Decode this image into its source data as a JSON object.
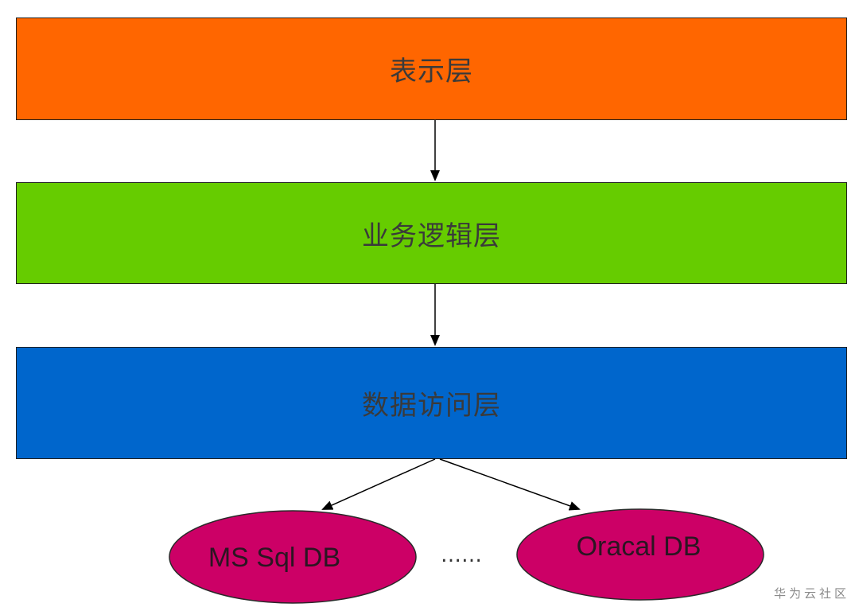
{
  "layers": [
    {
      "label": "表示层",
      "color": "#ff6600"
    },
    {
      "label": "业务逻辑层",
      "color": "#66cc00"
    },
    {
      "label": "数据访问层",
      "color": "#0066cc"
    }
  ],
  "databases": [
    {
      "label": "MS Sql DB",
      "color": "#cc0066"
    },
    {
      "label": "Oracal DB",
      "color": "#cc0066"
    }
  ],
  "ellipsis": "……",
  "watermark": "华为云社区"
}
